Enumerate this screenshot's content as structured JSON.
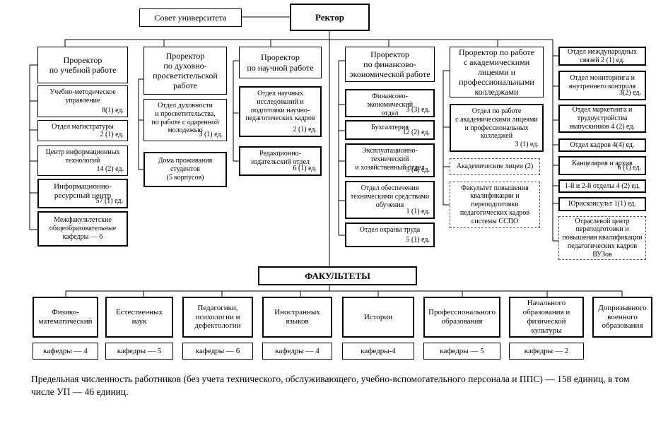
{
  "top": {
    "council": "Совет университета",
    "rector": "Ректор"
  },
  "prorectors": {
    "academic": {
      "title": "Проректор\nпо учебной работе",
      "units": [
        {
          "name": "Учебно-методическое\nуправление",
          "count": "8(1) ед."
        },
        {
          "name": "Отдел магистратуры",
          "count": "2 (1) ед."
        },
        {
          "name": "Центр информационных\nтехнологий",
          "count": "14 (2) ед."
        },
        {
          "name": "Информационно-\nресурсный центр",
          "count": "57 (1) ед."
        },
        {
          "name": "Межфакультетские\nобщеобразовательные\nкафедры — 6",
          "count": ""
        }
      ]
    },
    "spiritual": {
      "title": "Проректор\nпо духовно-\nпросветительской\nработе",
      "units": [
        {
          "name": "Отдел духовности\nи просветительства,\nпо работе с одаренной\nмолодежью",
          "count": "3 (1) ед."
        },
        {
          "name": "Дома проживания\nстудентов\n(5 корпусов)",
          "count": ""
        }
      ]
    },
    "science": {
      "title": "Проректор\nпо научной работе",
      "units": [
        {
          "name": "Отдел научных\nисследований и\nподготовки научно-\nпедагогических кадров",
          "count": "2 (1) ед."
        },
        {
          "name": "Редакционно-\nиздательский отдел",
          "count": "6 (1) ед."
        }
      ]
    },
    "finance": {
      "title": "Проректор\nпо финансово-\nэкономической работе",
      "units": [
        {
          "name": "Финансово-экономический\nотдел",
          "count": "3 (3) ед."
        },
        {
          "name": "Бухгалтерия",
          "count": "12 (2) ед."
        },
        {
          "name": "Эксплуатационно-\nтехнический\nи хозяйственный отдел",
          "count": "5 (4) ед."
        },
        {
          "name": "Отдел обеспечения\nтехническими средствами\nобучения",
          "count": "1 (1) ед."
        },
        {
          "name": "Отдел охраны труда",
          "count": "5 (1) ед."
        }
      ]
    },
    "lyceums": {
      "title": "Проректор по работе\nс академическими\nлицеями и\nпрофессиональными\nколледжами",
      "units": [
        {
          "name": "Отдел по работе\nс академическими лицеями\nи профессиональных\nколледжей",
          "count": "3 (1) ед."
        }
      ],
      "dashed": [
        "Академические лицеи (2)",
        "Факультет повышения\nквалификации и\nпереподготовки\nпедагогических кадров\nсистемы ССПО"
      ]
    }
  },
  "right_column": [
    {
      "name": "Отдел международных\nсвязей 2 (1) ед.",
      "count": ""
    },
    {
      "name": "Отдел мониторинга и\nвнутреннего контроля",
      "count": "3(2) ед."
    },
    {
      "name": "Отдел маркетинга и\nтрудоустройства\nвыпускников 4 (2) ед.",
      "count": ""
    },
    {
      "name": "Отдел кадров 4(4) ед.",
      "count": ""
    },
    {
      "name": "Канцелярия и архив",
      "count": "6 (1) ед."
    },
    {
      "name": "1-й и 2-й отделы 4 (2) ед.",
      "count": ""
    },
    {
      "name": "Юрисконсульт 1(1) ед.",
      "count": ""
    }
  ],
  "right_dashed": "Отраслевой центр\nпереподготовки и\nповышения квалификации\nпедагогических кадров\nВУЗов",
  "faculties_title": "ФАКУЛЬТЕТЫ",
  "faculties": [
    {
      "name": "Физико-\nматематический",
      "depts": "кафедры — 4"
    },
    {
      "name": "Естественных\nнаук",
      "depts": "кафедры — 5"
    },
    {
      "name": "Педагогики,\nпсихологии и\nдефектологии",
      "depts": "кафедры — 6"
    },
    {
      "name": "Иностранных\nязыков",
      "depts": "кафедры — 4"
    },
    {
      "name": "Истории",
      "depts": "кафедры-4"
    },
    {
      "name": "Профессионального\nобразования",
      "depts": "кафедры — 5"
    },
    {
      "name": "Начального\nобразования и\nфизической\nкультуры",
      "depts": "кафедры — 2"
    },
    {
      "name": "Допризывного\nвоенного\nобразования",
      "depts": ""
    }
  ],
  "footnote": "Предельная численность работников (без учета технического, обслуживающего, учебно-вспомогательного персонала и ППС) — 158 единиц, в том числе УП — 46 единиц."
}
